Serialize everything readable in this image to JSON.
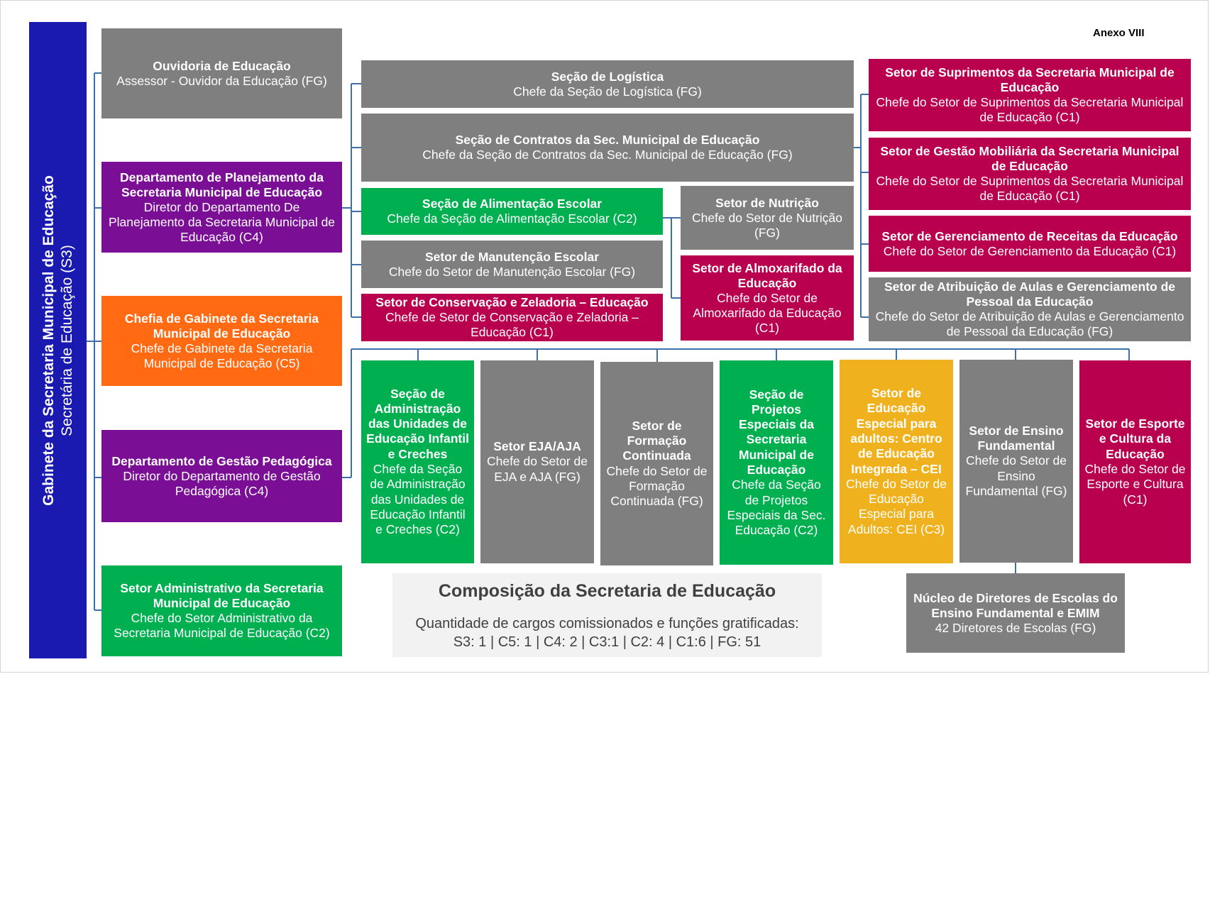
{
  "annex_label": "Anexo VIII",
  "gabinete": {
    "title": "Gabinete da Secretaria Municipal de Educação",
    "subtitle": "Secretária de Educação (S3)"
  },
  "left_column": [
    {
      "title": "Ouvidoria de Educação",
      "subtitle": "Assessor  - Ouvidor da Educação (FG)"
    },
    {
      "title": "Departamento de Planejamento da Secretaria Municipal de Educação",
      "subtitle": "Diretor do Departamento De Planejamento da Secretaria Municipal de Educação (C4)"
    },
    {
      "title": "Chefia de Gabinete da Secretaria Municipal de Educação",
      "subtitle": "Chefe de Gabinete da Secretaria Municipal de Educação (C5)"
    },
    {
      "title": "Departamento de Gestão Pedagógica",
      "subtitle": "Diretor do Departamento de Gestão Pedagógica (C4)"
    },
    {
      "title": "Setor Administrativo da Secretaria Municipal de Educação",
      "subtitle": "Chefe do Setor Administrativo da Secretaria Municipal de Educação (C2)"
    }
  ],
  "planning_units": {
    "logistica": {
      "title": "Seção de Logística",
      "subtitle": "Chefe da Seção de Logística (FG)"
    },
    "contratos": {
      "title": "Seção de Contratos da Sec. Municipal de Educação",
      "subtitle": "Chefe da Seção de Contratos da Sec. Municipal de Educação (FG)"
    },
    "alimentacao": {
      "title": "Seção de Alimentação Escolar",
      "subtitle": "Chefe da Seção de Alimentação Escolar (C2)"
    },
    "manutencao": {
      "title": "Setor de Manutenção Escolar",
      "subtitle": "Chefe do Setor de Manutenção Escolar (FG)"
    },
    "conservacao": {
      "title": "Setor de Conservação e Zeladoria – Educação",
      "subtitle": "Chefe de Setor de Conservação e Zeladoria – Educação (C1)"
    },
    "nutricao": {
      "title": "Setor de Nutrição",
      "subtitle": "Chefe do Setor de Nutrição (FG)"
    },
    "almoxarifado": {
      "title": "Setor de Almoxarifado da Educação",
      "subtitle": "Chefe do Setor de Almoxarifado da Educação (C1)"
    },
    "suprimentos": {
      "title": "Setor de Suprimentos da Secretaria Municipal de Educação",
      "subtitle": "Chefe do Setor de Suprimentos da Secretaria Municipal de Educação (C1)"
    },
    "mobiliaria": {
      "title": "Setor de Gestão Mobiliária da Secretaria Municipal de Educação",
      "subtitle": "Chefe do Setor de Suprimentos da Secretaria Municipal de Educação (C1)"
    },
    "receitas": {
      "title": "Setor de Gerenciamento de Receitas da Educação",
      "subtitle": "Chefe do Setor de Gerenciamento da Educação (C1)"
    },
    "atribuicao": {
      "title": "Setor de Atribuição de Aulas e Gerenciamento de Pessoal da Educação",
      "subtitle": "Chefe do Setor de Atribuição de Aulas e Gerenciamento de Pessoal da Educação (FG)"
    }
  },
  "pedagogical_units": [
    {
      "title": "Seção de Administração das Unidades de Educação Infantil e Creches",
      "subtitle": "Chefe da Seção de Administração das Unidades de Educação Infantil e Creches (C2)",
      "color": "#00b050"
    },
    {
      "title": "Setor EJA/AJA",
      "subtitle": "Chefe do Setor de EJA e AJA (FG)",
      "color": "#7f7f7f"
    },
    {
      "title": "Setor de Formação Continuada",
      "subtitle": "Chefe do Setor de Formação Continuada (FG)",
      "color": "#7f7f7f"
    },
    {
      "title": "Seção de Projetos Especiais da Secretaria Municipal de Educação",
      "subtitle": "Chefe da Seção de Projetos Especiais da Sec. Educação (C2)",
      "color": "#00b050"
    },
    {
      "title": "Setor de Educação Especial para adultos: Centro de Educação Integrada – CEI",
      "subtitle": "Chefe do Setor de Educação Especial para Adultos: CEI (C3)",
      "color": "#efb21e"
    },
    {
      "title": "Setor de Ensino Fundamental",
      "subtitle": "Chefe do Setor de Ensino Fundamental (FG)",
      "color": "#7f7f7f"
    },
    {
      "title": "Setor de Esporte e Cultura da Educação",
      "subtitle": "Chefe do Setor de Esporte e Cultura (C1)",
      "color": "#b8004e"
    }
  ],
  "nucleo": {
    "title": "Núcleo de Diretores de Escolas do Ensino Fundamental e EMIM",
    "subtitle": "42 Diretores de Escolas (FG)"
  },
  "summary": {
    "heading": "Composição da Secretaria de Educação",
    "line1": "Quantidade de cargos comissionados e funções gratificadas:",
    "line2": "S3: 1 | C5: 1 | C4: 2 | C3:1 | C2: 4 | C1:6 | FG: 51"
  }
}
